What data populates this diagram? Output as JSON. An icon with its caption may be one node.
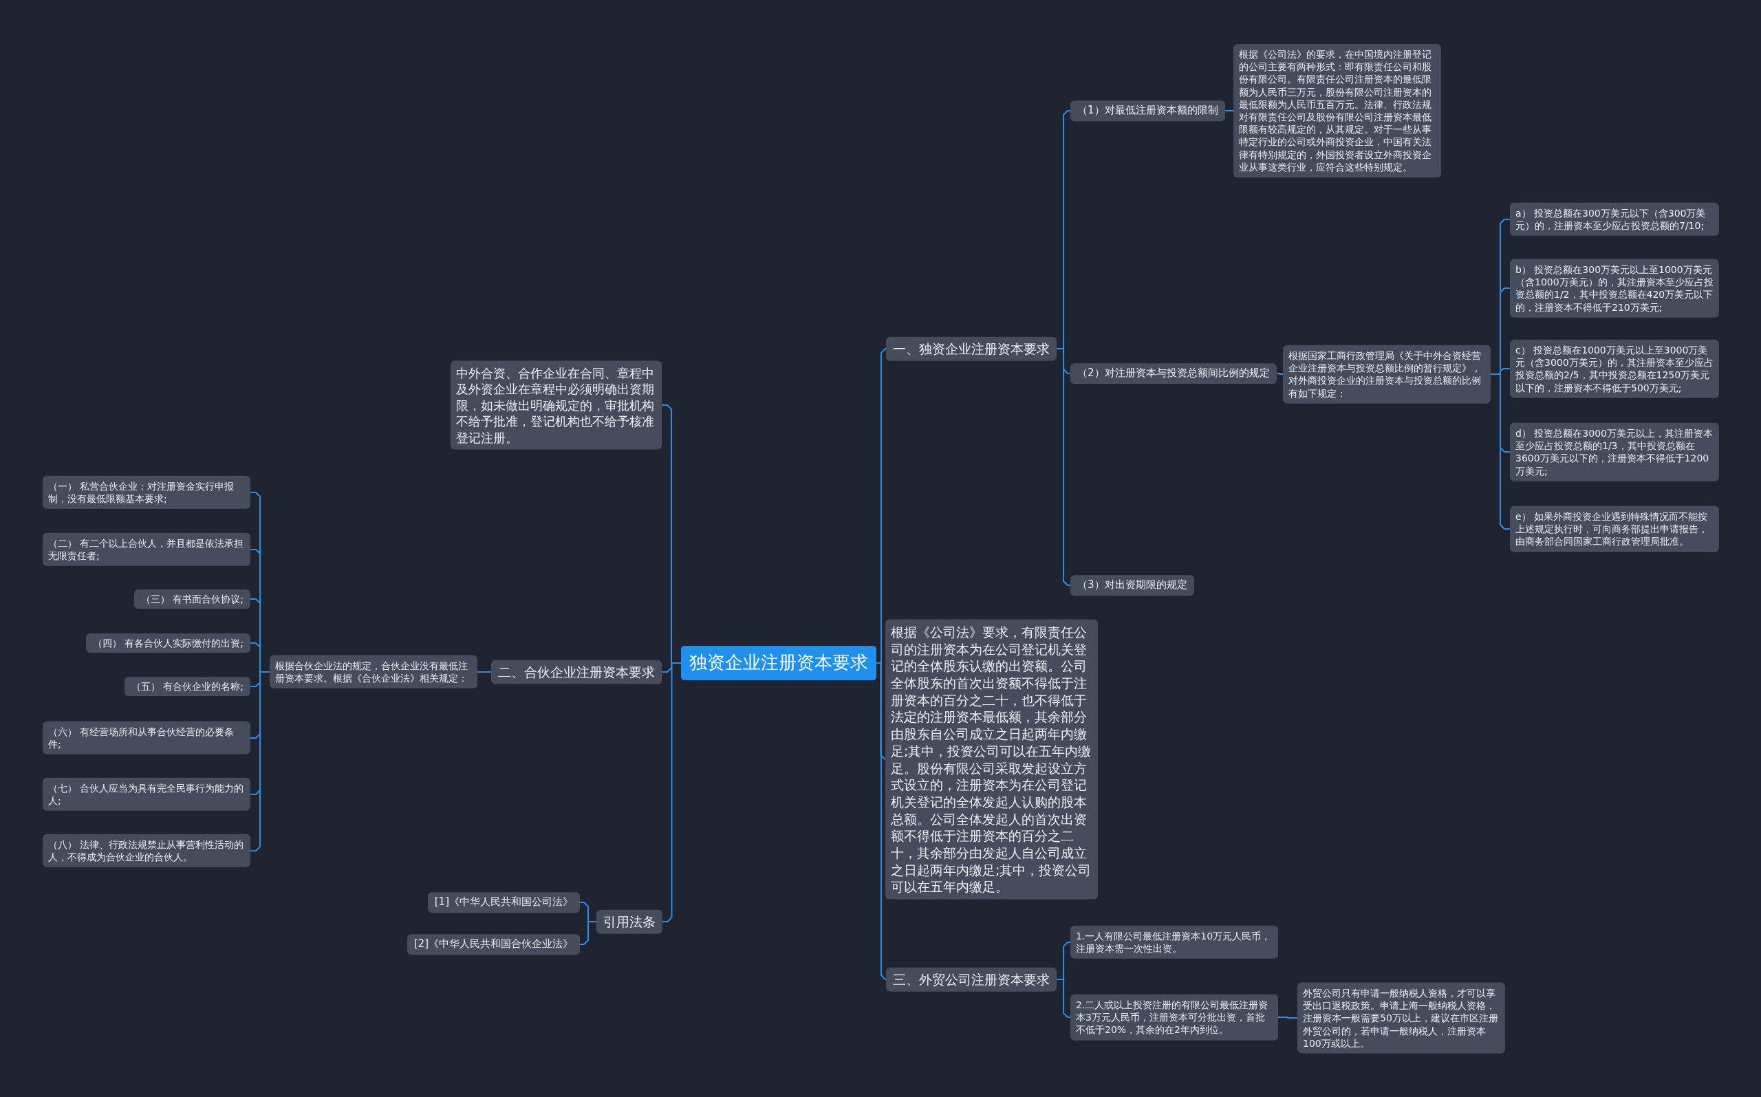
{
  "diagram": {
    "nodes": [
      {
        "text": [
          "独资企业注册资本要求"
        ]
      },
      {
        "text": [
          "一、独资企业注册资本要求"
        ]
      },
      {
        "text": [
          "（1）对最低注册资本额的限制"
        ]
      },
      {
        "text": [
          "根据《公司法》的要求，在中国境内注册登记的公司主要有两种形式：即有限责任公司和股份有限公司。有限责任公司注册资本的最低限额为人民币三万元，股份有限公司注册资本的最低限额为人民币五百万元。法律、行政法规对有限责任公司及股份有限公司注册资本最低限额有较高规定的，从其规定。对于一些从事特定行业的公司或外商投资企业，中国有关法律有特别规定的，外国投资者设立外商投资企业从事这类行业，应符合这些特别规定。"
        ]
      },
      {
        "text": [
          "（2）对注册资本与投资总额间比例的规定"
        ]
      },
      {
        "text": [
          "根据国家工商行政管理局《关于中外合资经营企业注册资本与投资总额比例的暂行规定》，对外商投资企业的注册资本与投资总额的比例有如下规定："
        ]
      },
      {
        "text": [
          "a） 投资总额在300万美元以下（含300万美元）的，注册资本至少应占投资总额的7/10;"
        ]
      },
      {
        "text": [
          "b） 投资总额在300万美元以上至1000万美元（含1000万美元）的，其注册资本至少应占投资总额的1/2，其中投资总额在420万美元以下的，注册资本不得低于210万美元;"
        ]
      },
      {
        "text": [
          "c） 投资总额在1000万美元以上至3000万美元（含3000万美元）的，其注册资本至少应占投资总额的2/5，其中投资总额在1250万美元以下的，注册资本不得低于500万美元;"
        ]
      },
      {
        "text": [
          "d） 投资总额在3000万美元以上，其注册资本至少应占投资总额的1/3，其中投资总额在3600万美元以下的，注册资本不得低于1200万美元;"
        ]
      },
      {
        "text": [
          "e） 如果外商投资企业遇到特殊情况而不能按上述规定执行时，可向商务部提出申请报告，由商务部合同国家工商行政管理局批准。"
        ]
      },
      {
        "text": [
          "（3）对出资期限的规定"
        ]
      },
      {
        "text": [
          "根据《公司法》要求，有限责任公司的注册资本为在公司登记机关登记的全体股东认缴的出资额。公司全体股东的首次出资额不得低于注册资本的百分之二十，也不得低于法定的注册资本最低额，其余部分由股东自公司成立之日起两年内缴足;其中，投资公司可以在五年内缴足。股份有限公司采取发起设立方式设立的，注册资本为在公司登记机关登记的全体发起人认购的股本总额。公司全体发起人的首次出资额不得低于注册资本的百分之二十，其余部分由发起人自公司成立之日起两年内缴足;其中，投资公司可以在五年内缴足。"
        ]
      },
      {
        "text": [
          "三、外贸公司注册资本要求"
        ]
      },
      {
        "text": [
          "1.一人有限公司最低注册资本10万元人民币，注册资本需一次性出资。"
        ]
      },
      {
        "text": [
          "2.二人或以上投资注册的有限公司最低注册资本3万元人民币，注册资本可分批出资，首批不低于20%，其余的在2年内到位。"
        ]
      },
      {
        "text": [
          "外贸公司只有申请一般纳税人资格，才可以享受出口退税政策。申请上海一般纳税人资格，注册资本一般需要50万以上，建议在市区注册外贸公司的，若申请一般纳税人，注册资本100万或以上。"
        ]
      },
      {
        "text": [
          "中外合资、合作企业在合同、章程中及外资企业在章程中必须明确出资期限，如未做出明确规定的，审批机构不给予批准，登记机构也不给予核准登记注册。"
        ]
      },
      {
        "text": [
          "二、合伙企业注册资本要求"
        ]
      },
      {
        "text": [
          "根据合伙企业法的规定，合伙企业没有最低注册资本要求。根据《合伙企业法》相关规定："
        ]
      },
      {
        "text": [
          "（一） 私营合伙企业：对注册资金实行申报制，没有最低限额基本要求;"
        ]
      },
      {
        "text": [
          "（二） 有二个以上合伙人，并且都是依法承担无限责任者;"
        ]
      },
      {
        "text": [
          "（三） 有书面合伙协议;"
        ]
      },
      {
        "text": [
          "（四） 有各合伙人实际缴付的出资;"
        ]
      },
      {
        "text": [
          "（五） 有合伙企业的名称;"
        ]
      },
      {
        "text": [
          "（六） 有经营场所和从事合伙经营的必要条件;"
        ]
      },
      {
        "text": [
          "（七） 合伙人应当为具有完全民事行为能力的人;"
        ]
      },
      {
        "text": [
          "（八） 法律、行政法规禁止从事营利性活动的人，不得成为合伙企业的合伙人。"
        ]
      },
      {
        "text": [
          "引用法条"
        ]
      },
      {
        "text": [
          "[1]《中华人民共和国公司法》"
        ]
      },
      {
        "text": [
          "[2]《中华人民共和国合伙企业法》"
        ]
      }
    ],
    "edges": [
      {
        "from": 0,
        "to": 1,
        "arrow": "none"
      },
      {
        "from": 1,
        "to": 2,
        "arrow": "none"
      },
      {
        "from": 2,
        "to": 3,
        "arrow": "none"
      },
      {
        "from": 1,
        "to": 4,
        "arrow": "none"
      },
      {
        "from": 4,
        "to": 5,
        "arrow": "none"
      },
      {
        "from": 5,
        "to": 6,
        "arrow": "none"
      },
      {
        "from": 5,
        "to": 7,
        "arrow": "none"
      },
      {
        "from": 5,
        "to": 8,
        "arrow": "none"
      },
      {
        "from": 5,
        "to": 9,
        "arrow": "none"
      },
      {
        "from": 5,
        "to": 10,
        "arrow": "none"
      },
      {
        "from": 1,
        "to": 11,
        "arrow": "none"
      },
      {
        "from": 0,
        "to": 12,
        "arrow": "none"
      },
      {
        "from": 0,
        "to": 13,
        "arrow": "none"
      },
      {
        "from": 13,
        "to": 14,
        "arrow": "none"
      },
      {
        "from": 13,
        "to": 15,
        "arrow": "none"
      },
      {
        "from": 15,
        "to": 16,
        "arrow": "none"
      },
      {
        "from": 0,
        "to": 17,
        "arrow": "none"
      },
      {
        "from": 0,
        "to": 18,
        "arrow": "none"
      },
      {
        "from": 18,
        "to": 19,
        "arrow": "none"
      },
      {
        "from": 19,
        "to": 20,
        "arrow": "none"
      },
      {
        "from": 19,
        "to": 21,
        "arrow": "none"
      },
      {
        "from": 19,
        "to": 22,
        "arrow": "none"
      },
      {
        "from": 19,
        "to": 23,
        "arrow": "none"
      },
      {
        "from": 19,
        "to": 24,
        "arrow": "none"
      },
      {
        "from": 19,
        "to": 25,
        "arrow": "none"
      },
      {
        "from": 19,
        "to": 26,
        "arrow": "none"
      },
      {
        "from": 19,
        "to": 27,
        "arrow": "none"
      },
      {
        "from": 0,
        "to": 28,
        "arrow": "none"
      },
      {
        "from": 28,
        "to": 29,
        "arrow": "none"
      },
      {
        "from": 28,
        "to": 30,
        "arrow": "none"
      }
    ]
  }
}
